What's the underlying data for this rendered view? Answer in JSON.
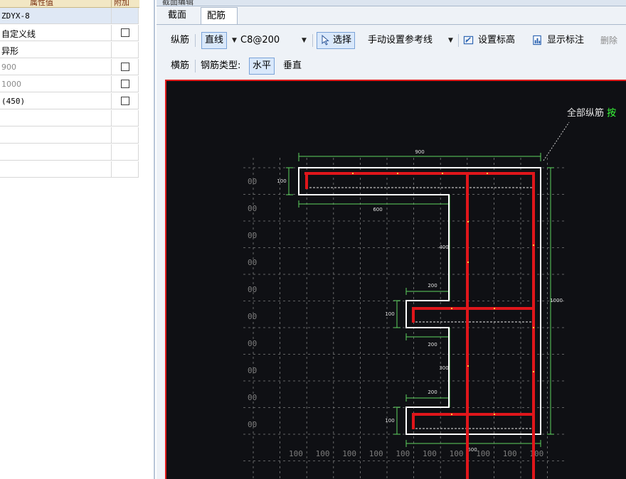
{
  "property_grid": {
    "header": {
      "value_col": "属性值",
      "extra_col": "附加"
    },
    "rows": [
      {
        "value": "ZDYX-8",
        "has_checkbox": false
      },
      {
        "value": "自定义线",
        "has_checkbox": true
      },
      {
        "value": "异形",
        "has_checkbox": false
      },
      {
        "value": "900",
        "has_checkbox": true
      },
      {
        "value": "1000",
        "has_checkbox": true
      },
      {
        "value": "(450)",
        "has_checkbox": true
      },
      {
        "value": "",
        "has_checkbox": false
      },
      {
        "value": "",
        "has_checkbox": false
      },
      {
        "value": "",
        "has_checkbox": false
      },
      {
        "value": "",
        "has_checkbox": false
      }
    ]
  },
  "editor": {
    "window_title": "截面编辑",
    "tabs": [
      {
        "label": "截面",
        "active": false
      },
      {
        "label": "配筋",
        "active": true
      }
    ],
    "toolbar1": {
      "longitudinal_label": "纵筋",
      "line_mode": "直线",
      "rebar_spec": "C8@200",
      "select_label": "选择",
      "manual_ref_label": "手动设置参考线",
      "set_elevation_label": "设置标高",
      "show_annotation_label": "显示标注",
      "delete_label": "删除"
    },
    "toolbar2": {
      "transverse_label": "横筋",
      "rebar_type_label": "钢筋类型:",
      "horizontal_label": "水平",
      "vertical_label": "垂直"
    },
    "canvas": {
      "annotation_text": "全部纵筋",
      "annotation_suffix": "按",
      "dim_labels": {
        "top_width": "900",
        "top_thick": "100",
        "top_inner": "600",
        "upper_notch_h": "400",
        "mid_flange_w": "200",
        "mid_flange_t": "100",
        "lower_flange_w": "200",
        "lower_notch_h": "300",
        "bottom_flange_w": "200",
        "bottom_flange_t": "100",
        "bottom_width": "500",
        "total_height": "1000"
      },
      "ruler_left_label": "00",
      "ruler_bottom_label": "100",
      "colors": {
        "background": "#0f1014",
        "outline": "#ffffff",
        "rebar": "#e0161b",
        "dimension": "#5fd35f",
        "grid": "#7d7d7d",
        "border": "#e21b1b"
      }
    }
  }
}
